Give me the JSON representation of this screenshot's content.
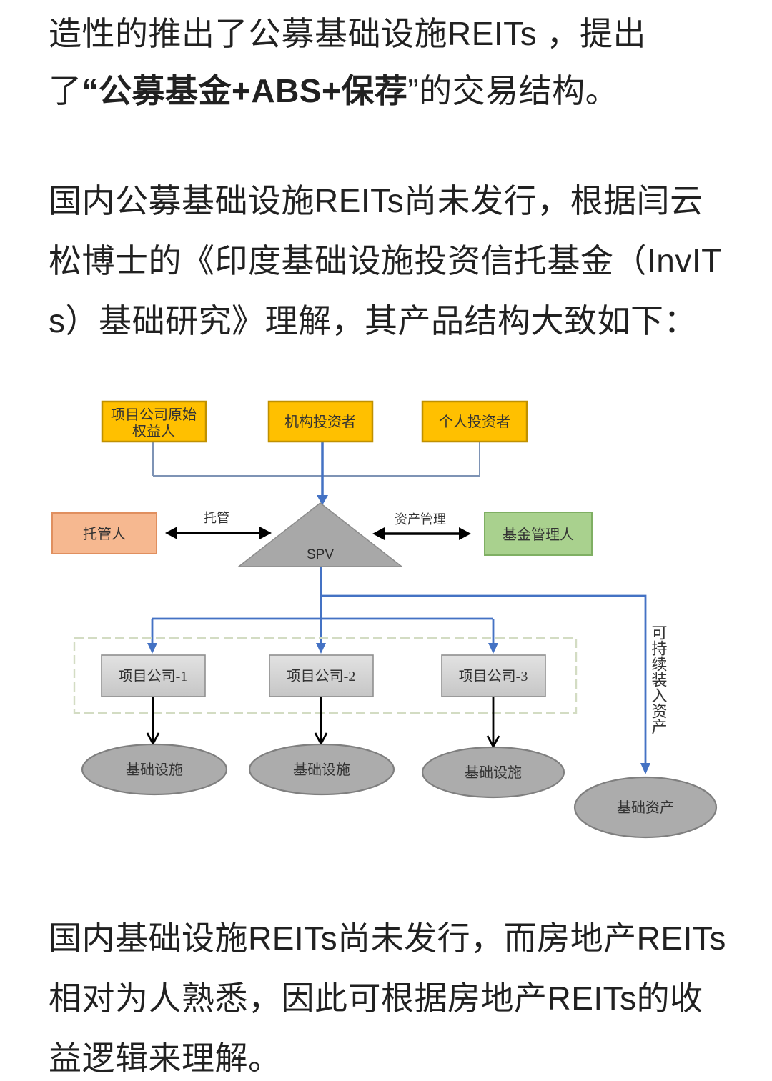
{
  "article": {
    "p1": {
      "pre": "造性的推出了公募基础设施REITs ，提出了",
      "bold": "“公募基金+ABS+保荐",
      "post": "”的交易结构。"
    },
    "p2": "国内公募基础设施REITs尚未发行，根据闫云松博士的《印度基础设施投资信托基金（InvITs）基础研究》理解，其产品结构大致如下：",
    "p3": "国内基础设施REITs尚未发行，而房地产REITs相对为人熟悉，因此可根据房地产REITs的收益逻辑来理解。"
  },
  "diagram": {
    "originator": {
      "line1": "项目公司原始",
      "line2": "权益人"
    },
    "institutional_investor": "机构投资者",
    "individual_investor": "个人投资者",
    "spv": "SPV",
    "custodian": "托管人",
    "custody_arrow_label": "托管",
    "asset_mgmt_arrow_label": "资产管理",
    "fund_manager": "基金管理人",
    "project_companies": [
      "项目公司-1",
      "项目公司-2",
      "项目公司-3"
    ],
    "infrastructures": [
      "基础设施",
      "基础设施",
      "基础设施"
    ],
    "base_asset": "基础资产",
    "sustainable_note": "可持续装入资产"
  },
  "colors": {
    "investor_box_fill": "#FFC000",
    "investor_box_border": "#BF9000",
    "custodian_fill": "#F6B890",
    "custodian_border": "#E08F5F",
    "fund_manager_fill": "#A9D18E",
    "fund_manager_border": "#7FAF63",
    "spv_fill": "#A8A8A8",
    "spv_border": "#8C8C8C",
    "project_box_fill": "#D9D9D9",
    "project_box_border": "#8F8F8F",
    "ellipse_fill": "#ACACAC",
    "ellipse_border": "#7F7F7F",
    "connector_blue": "#4472C4",
    "connector_thin_blue": "#7E93B5",
    "dashed_border": "#D3DCC3",
    "body_text": "#212121"
  }
}
